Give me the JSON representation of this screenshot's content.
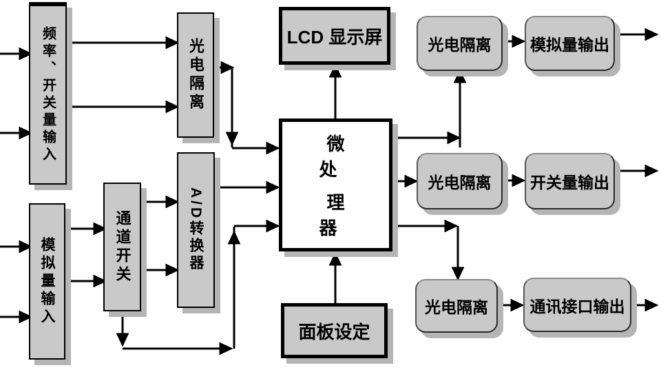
{
  "diagram_type": "instrument-system-block-diagram",
  "blocks": {
    "freq_switch_input": "频率、开关量输入",
    "photo_iso_left": "光电隔离",
    "ad_converter": "A/D转换器",
    "channel_switch": "通道开关",
    "analog_input": "模拟量输入",
    "lcd_display": "LCD 显示屏",
    "mcu_line1": "微　处",
    "mcu_line2": "理　器",
    "panel_setting": "面板设定",
    "photo_iso_top": "光电隔离",
    "photo_iso_mid": "光电隔离",
    "photo_iso_bottom": "光电隔离",
    "analog_output": "模拟量输出",
    "switch_output": "开关量输出",
    "comm_output": "通讯接口输出"
  },
  "colors": {
    "block_fill": "#c9c9c9",
    "block_shadow": "#b5b5b5",
    "line": "#000000",
    "mcu_fill": "#ffffff",
    "border": "#000000"
  }
}
